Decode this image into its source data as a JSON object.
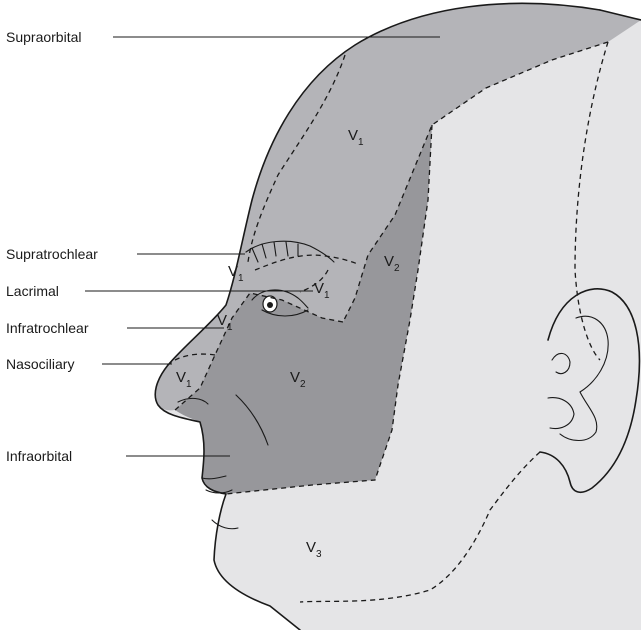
{
  "labels": {
    "supraorbital": "Supraorbital",
    "supratrochlear": "Supratrochlear",
    "lacrimal": "Lacrimal",
    "infratrochlear": "Infratrochlear",
    "nasociliary": "Nasociliary",
    "infraorbital": "Infraorbital"
  },
  "zones": {
    "v1_forehead": {
      "base": "V",
      "sub": "1"
    },
    "v1_brow": {
      "base": "V",
      "sub": "1"
    },
    "v1_eyelid": {
      "base": "V",
      "sub": "1"
    },
    "v1_nose_bridge": {
      "base": "V",
      "sub": "1"
    },
    "v1_nose_tip": {
      "base": "V",
      "sub": "1"
    },
    "v2_temple": {
      "base": "V",
      "sub": "2"
    },
    "v2_cheek": {
      "base": "V",
      "sub": "2"
    },
    "v3_jaw": {
      "base": "V",
      "sub": "3"
    }
  },
  "colors": {
    "v1_fill": "#b4b4b8",
    "v2_fill": "#97979b",
    "v3_fill": "#e5e5e7",
    "line": "#1a1a1a"
  }
}
